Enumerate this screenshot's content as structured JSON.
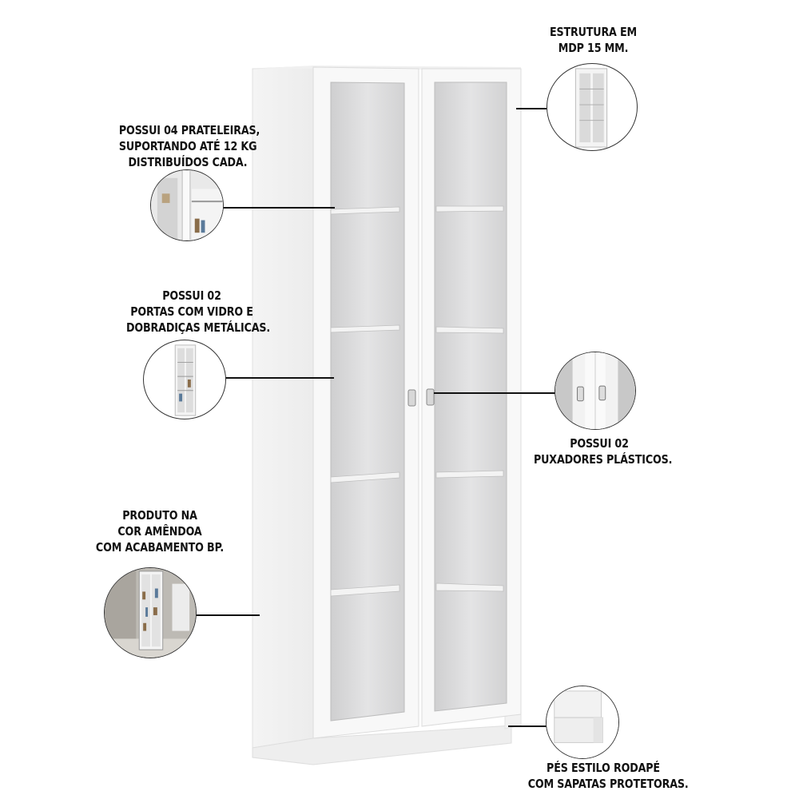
{
  "callouts": {
    "structure": {
      "lines": [
        "ESTRUTURA EM",
        "MDP 15 MM."
      ],
      "thumbnail_icon": "cabinet-front-icon"
    },
    "shelves": {
      "lines": [
        "POSSUI 04 PRATELEIRAS,",
        "SUPORTANDO ATÉ 12 KG",
        "DISTRIBUÍDOS CADA."
      ],
      "thumbnail_icon": "shelf-detail-icon"
    },
    "doors": {
      "lines": [
        "POSSUI 02",
        "PORTAS COM VIDRO E",
        "DOBRADIÇAS METÁLICAS."
      ],
      "thumbnail_icon": "open-cabinet-icon"
    },
    "handles": {
      "lines": [
        "POSSUI 02",
        "PUXADORES PLÁSTICOS."
      ],
      "thumbnail_icon": "handles-closeup-icon"
    },
    "color": {
      "lines": [
        "PRODUTO NA",
        "COR AMÊNDOA",
        "COM ACABAMENTO BP."
      ],
      "thumbnail_icon": "room-scene-icon"
    },
    "feet": {
      "lines": [
        "PÉS ESTILO RODAPÉ",
        "COM SAPATAS PROTETORAS."
      ],
      "thumbnail_icon": "plinth-base-icon"
    }
  },
  "colors": {
    "cabinet_white": "#f7f7f7",
    "glass_gray": "#dcdcdc",
    "text": "#111111"
  }
}
